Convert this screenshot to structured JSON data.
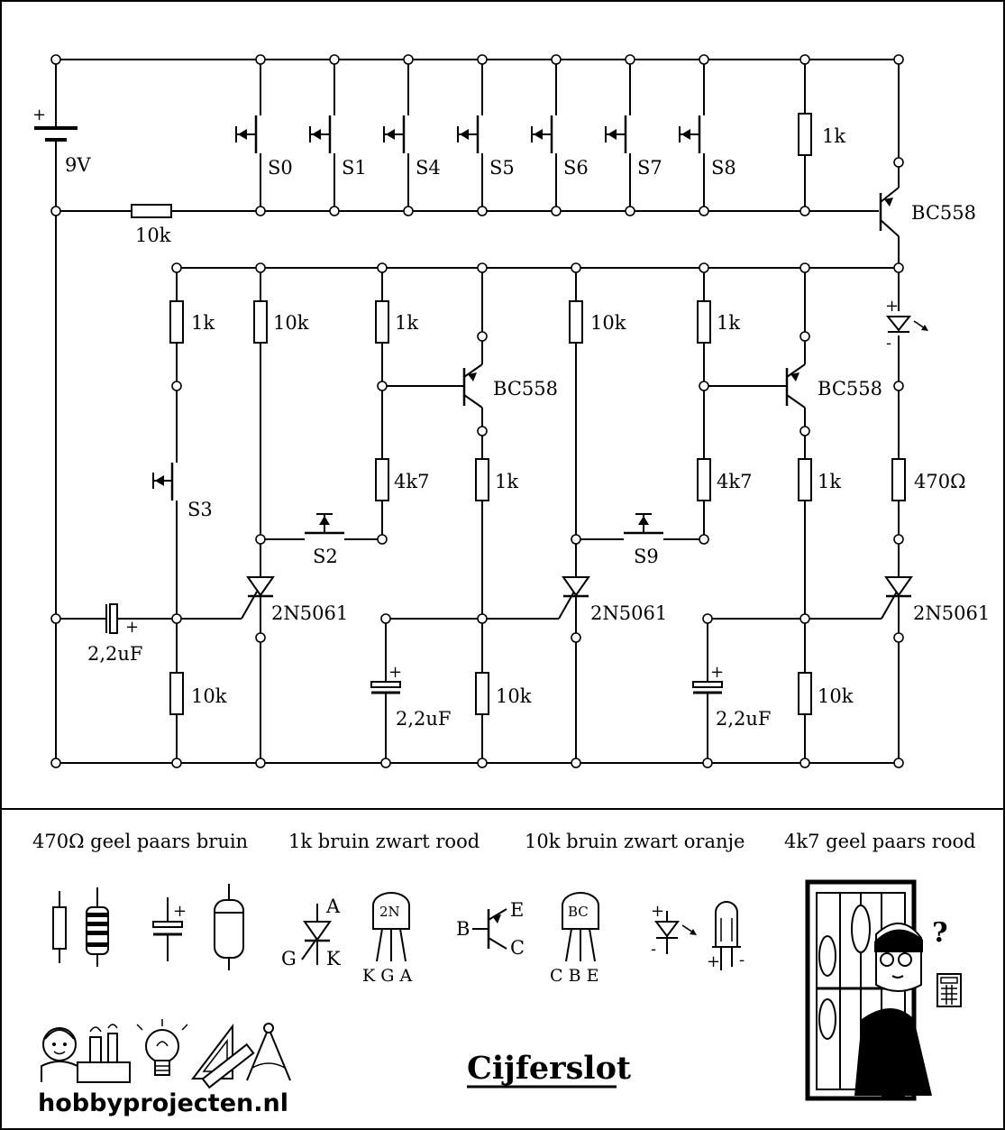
{
  "labels": {
    "battery": "9V",
    "battery_plus": "+",
    "s0": "S0",
    "s1": "S1",
    "s2": "S2",
    "s3": "S3",
    "s4": "S4",
    "s5": "S5",
    "s6": "S6",
    "s7": "S7",
    "s8": "S8",
    "s9": "S9",
    "r_top_1k": "1k",
    "r_top_10k": "10k",
    "q_main": "BC558",
    "r1k_a": "1k",
    "r10k_a": "10k",
    "r1k_b": "1k",
    "r10k_b": "10k",
    "r1k_c": "1k",
    "r4k7_a": "4k7",
    "r1k_d": "1k",
    "r4k7_b": "4k7",
    "r1k_e": "1k",
    "r470": "470Ω",
    "q_a": "BC558",
    "q_b": "BC558",
    "scr_a": "2N5061",
    "scr_b": "2N5061",
    "scr_c": "2N5061",
    "cap_a": "2,2uF",
    "cap_b": "2,2uF",
    "cap_c": "2,2uF",
    "r10k_c": "10k",
    "r10k_d": "10k",
    "r10k_e": "10k",
    "led_plus": "+",
    "led_minus": "-",
    "cap_plus": "+"
  },
  "legend": {
    "r470": "470Ω  geel paars bruin",
    "r1k": "1k bruin zwart rood",
    "r10k": "10k  bruin zwart oranje",
    "r4k7": "4k7  geel paars rood"
  },
  "parts": {
    "scr_pins": [
      "A",
      "G",
      "K"
    ],
    "scr_body": "2N",
    "scr_legs": "K G A",
    "bjt_pins": [
      "E",
      "B",
      "C"
    ],
    "bjt_body": "BC",
    "bjt_legs": "C B E",
    "led_plus": "+",
    "led_minus": "-",
    "cap_plus": "+",
    "question": "?"
  },
  "brand": "hobbyprojecten.nl",
  "title": "Cijferslot"
}
